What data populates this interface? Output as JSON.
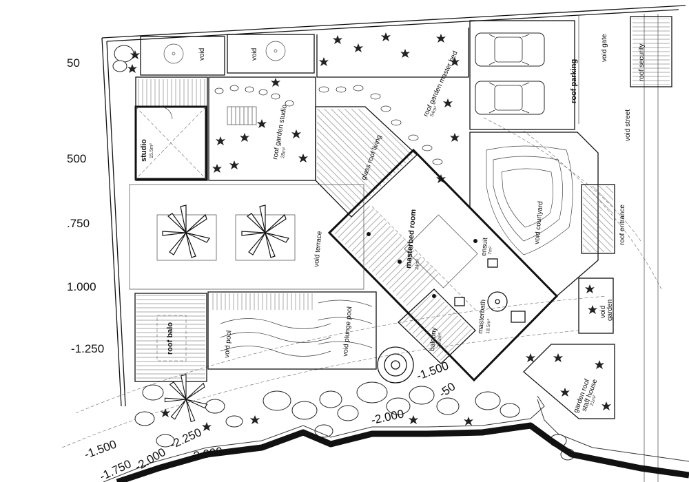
{
  "levels": {
    "l50": "50",
    "l500": "500",
    "l750": ".750",
    "l1000": "1.000",
    "l1250": "-1.250",
    "l1500a": "-1.500",
    "l1500b": "-1.500",
    "l1750": "-1.750",
    "l2000a": "-2.000",
    "l2000b": "-2.000",
    "l2250": "-2.250",
    "l50b": "-50",
    "l3000": "3.000"
  },
  "rooms": {
    "void_left": "void",
    "void_right": "void",
    "roof_garden_master_bed": "roof garden master bed",
    "roof_garden_master_bed_area": "54m²",
    "roof_parking": "roof parking",
    "void_gate": "void gate",
    "roof_security": "roof security",
    "void_street": "void street",
    "studio": "studio",
    "studio_area": "15.5m²",
    "roof_garden_studio": "roof garden studio",
    "roof_garden_studio_area": "28m²",
    "glass_roof_living": "glass roof living",
    "masterbed_room": "masterbed room",
    "masterbed_area": "24m²",
    "ensuit": "ensuit",
    "ensuit_area": "7m²",
    "void_courtyard": "void courtyard",
    "roof_entrance": "roof entrance",
    "void_terrace": "void terrace",
    "masterbath": "masterbath",
    "masterbath_area": "18.5m²",
    "balcony": "balcony",
    "balcony_area": "26.3m²",
    "void_garden_a": "void",
    "void_garden_b": "garden",
    "roof_balo": "roof balo",
    "void_pool": "void pool",
    "void_plunge_pool": "void plunge pool",
    "garden_roof": "garden roof",
    "staff_house": "staff house",
    "staff_area": "21m²"
  },
  "icons": [
    "palm-tree-icon",
    "car-icon",
    "rock-icon",
    "shrub-icon",
    "washbasin-icon",
    "bathtub-icon",
    "toilet-icon",
    "stair-icon"
  ]
}
